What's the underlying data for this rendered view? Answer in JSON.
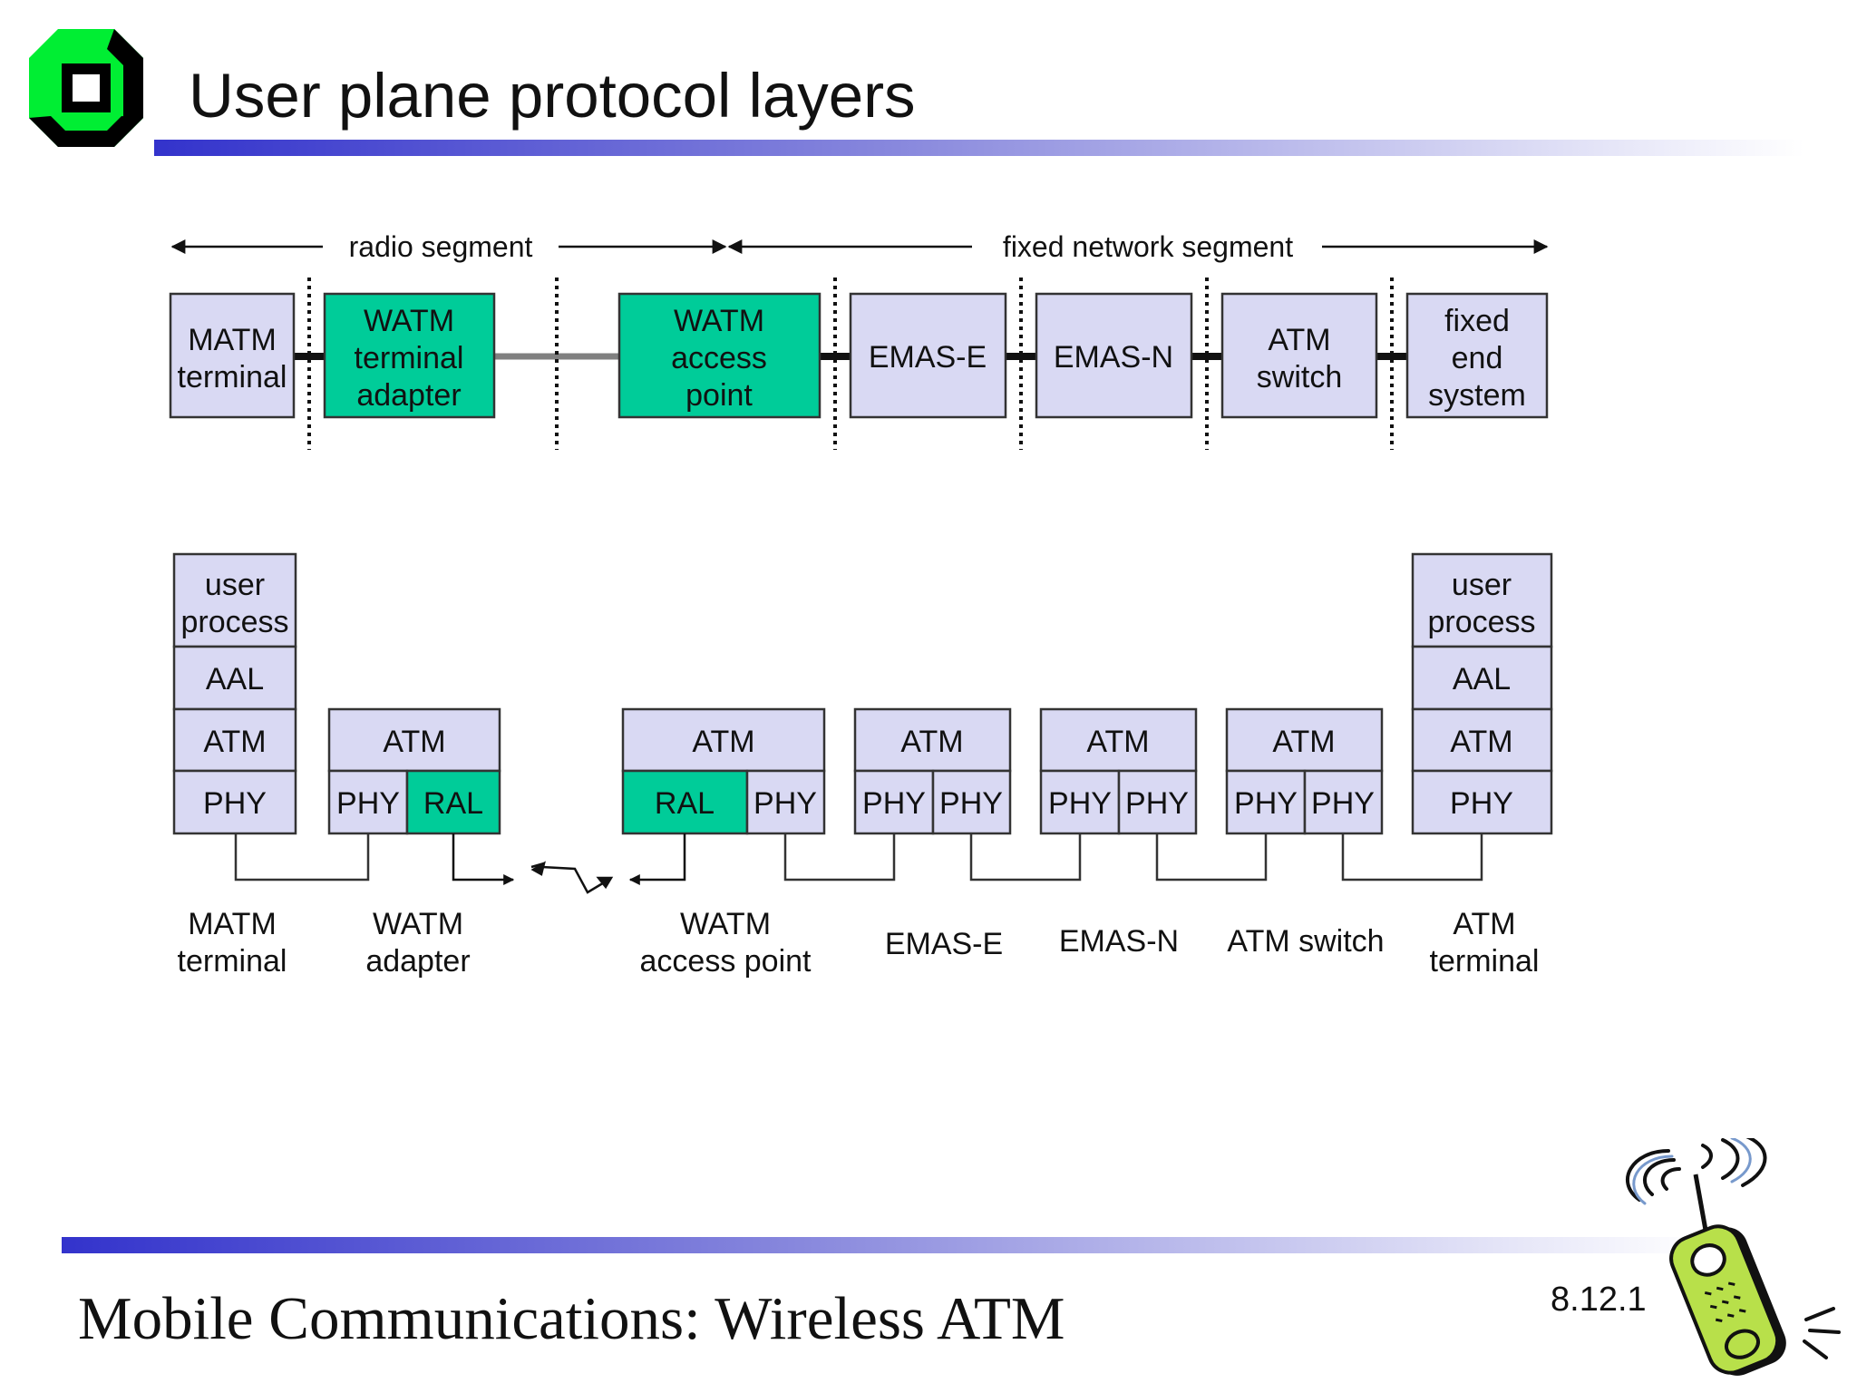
{
  "slide": {
    "title": "User plane protocol layers",
    "footer": "Mobile Communications: Wireless ATM",
    "number": "8.12.1"
  },
  "colors": {
    "box_fill": "#d9d9f3",
    "watm_fill": "#00cc99",
    "accent_bar_start": "#3333cc"
  },
  "segments": {
    "radio": "radio segment",
    "fixed": "fixed network segment"
  },
  "top_nodes": [
    {
      "id": "matm-terminal",
      "lines": [
        "MATM",
        "terminal"
      ]
    },
    {
      "id": "watm-terminal-adapter",
      "lines": [
        "WATM",
        "terminal",
        "adapter"
      ]
    },
    {
      "id": "watm-access-point",
      "lines": [
        "WATM",
        "access",
        "point"
      ]
    },
    {
      "id": "emas-e",
      "lines": [
        "EMAS-E"
      ]
    },
    {
      "id": "emas-n",
      "lines": [
        "EMAS-N"
      ]
    },
    {
      "id": "atm-switch",
      "lines": [
        "ATM",
        "switch"
      ]
    },
    {
      "id": "fixed-end-system",
      "lines": [
        "fixed",
        "end",
        "system"
      ]
    }
  ],
  "stacks": {
    "matm_terminal": {
      "user_process": [
        "user",
        "process"
      ],
      "aal": "AAL",
      "atm": "ATM",
      "phy": "PHY"
    },
    "watm_adapter": {
      "atm": "ATM",
      "phy": "PHY",
      "ral": "RAL"
    },
    "watm_access_point": {
      "atm": "ATM",
      "ral": "RAL",
      "phy": "PHY"
    },
    "emas_e": {
      "atm": "ATM",
      "phy1": "PHY",
      "phy2": "PHY"
    },
    "emas_n": {
      "atm": "ATM",
      "phy1": "PHY",
      "phy2": "PHY"
    },
    "atm_switch": {
      "atm": "ATM",
      "phy1": "PHY",
      "phy2": "PHY"
    },
    "atm_terminal": {
      "user_process": [
        "user",
        "process"
      ],
      "aal": "AAL",
      "atm": "ATM",
      "phy": "PHY"
    }
  },
  "bottom_labels": {
    "matm_terminal": [
      "MATM",
      "terminal"
    ],
    "watm_adapter": [
      "WATM",
      "adapter"
    ],
    "watm_access_point": [
      "WATM",
      "access point"
    ],
    "emas_e": "EMAS-E",
    "emas_n": "EMAS-N",
    "atm_switch": "ATM switch",
    "atm_terminal": [
      "ATM",
      "terminal"
    ]
  },
  "icons": {
    "logo": "university-logo-icon",
    "phone": "cell-phone-clipart-icon"
  }
}
